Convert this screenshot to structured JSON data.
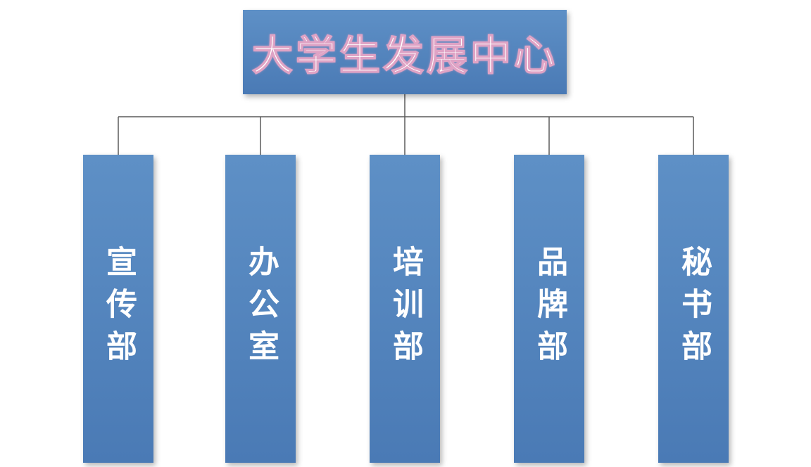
{
  "chart": {
    "type": "org-chart",
    "root": {
      "label": "大学生发展中心"
    },
    "departments": [
      {
        "label": "宣传部"
      },
      {
        "label": "办公室"
      },
      {
        "label": "培训部"
      },
      {
        "label": "品牌部"
      },
      {
        "label": "秘书部"
      }
    ],
    "colors": {
      "box_fill": "#4f81bd",
      "box_fill_light": "#5e90c6",
      "text": "#ffffff",
      "root_text_outline": "#dfa3c5",
      "connector": "#5a5a5a",
      "background": "#ffffff"
    }
  }
}
